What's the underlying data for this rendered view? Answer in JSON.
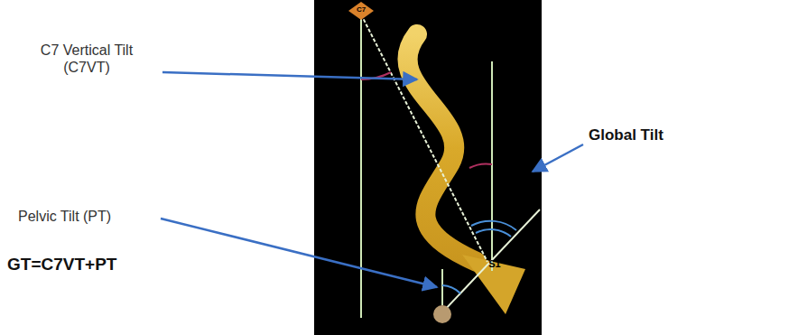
{
  "diagram": {
    "labels": [
      "C7",
      "C7 Vertical Tilt (C7VT)",
      "Global Tilt",
      "Pelvic Tilt (PT)",
      "S1",
      "GT=C7VT+PT"
    ]
  }
}
